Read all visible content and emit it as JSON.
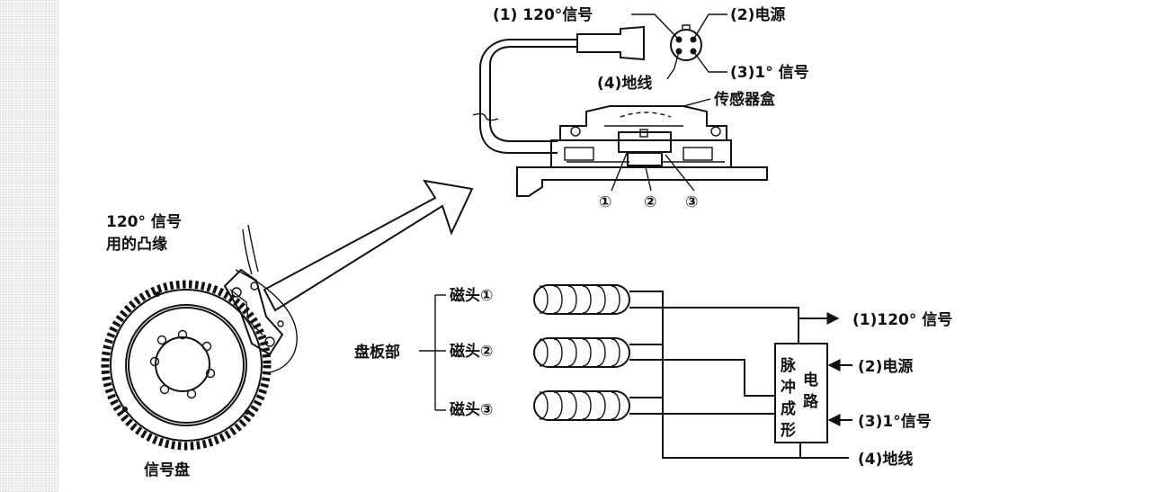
{
  "colors": {
    "ink": "#111111",
    "background": "#ffffff",
    "strip": "#f6f6f6"
  },
  "top": {
    "connector_pin1": "(1) 120°信号",
    "connector_pin2": "(2)电源",
    "connector_pin3": "(3)1° 信号",
    "connector_pin4": "(4)地线",
    "sensor_box": "传感器盒",
    "marker1": "①",
    "marker2": "②",
    "marker3": "③"
  },
  "left": {
    "cam_line1": "120° 信号",
    "cam_line2": "用的凸缘",
    "disk": "信号盘"
  },
  "bottom": {
    "board": "盘板部",
    "head1": "磁头①",
    "head2": "磁头②",
    "head3": "磁头③",
    "pulse_box": [
      "脉",
      "冲",
      "电",
      "成",
      "路",
      "形"
    ],
    "out1": "(1)120° 信号",
    "out2": "(2)电源",
    "out3": "(3)1°信号",
    "out4": "(4)地线"
  }
}
